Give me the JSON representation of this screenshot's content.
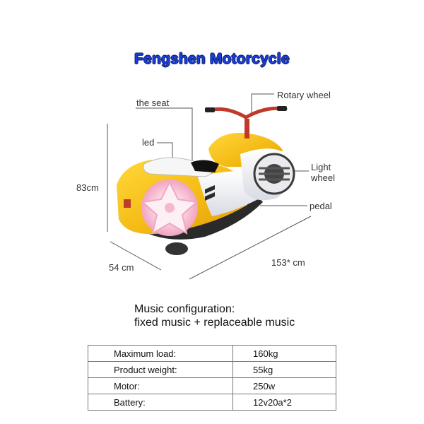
{
  "title": "Fengshen Motorcycle",
  "callouts": {
    "seat": "the seat",
    "rotary_wheel": "Rotary wheel",
    "led": "led",
    "light_wheel_line1": "Light",
    "light_wheel_line2": "wheel",
    "pedal": "pedal"
  },
  "dimensions": {
    "height": "83cm",
    "width": "54 cm",
    "length": "153* cm"
  },
  "music": {
    "line1": "Music configuration:",
    "line2": "fixed music + replaceable music"
  },
  "specs": [
    {
      "label": "Maximum load:",
      "value": "160kg"
    },
    {
      "label": "Product weight:",
      "value": "55kg"
    },
    {
      "label": "Motor:",
      "value": "250w"
    },
    {
      "label": "Battery:",
      "value": "12v20a*2"
    }
  ],
  "colors": {
    "title": "#1a3fd8",
    "body_yellow": "#f2c21b",
    "body_white": "#f3f3f6",
    "led_pink": "#f4b9cf"
  }
}
